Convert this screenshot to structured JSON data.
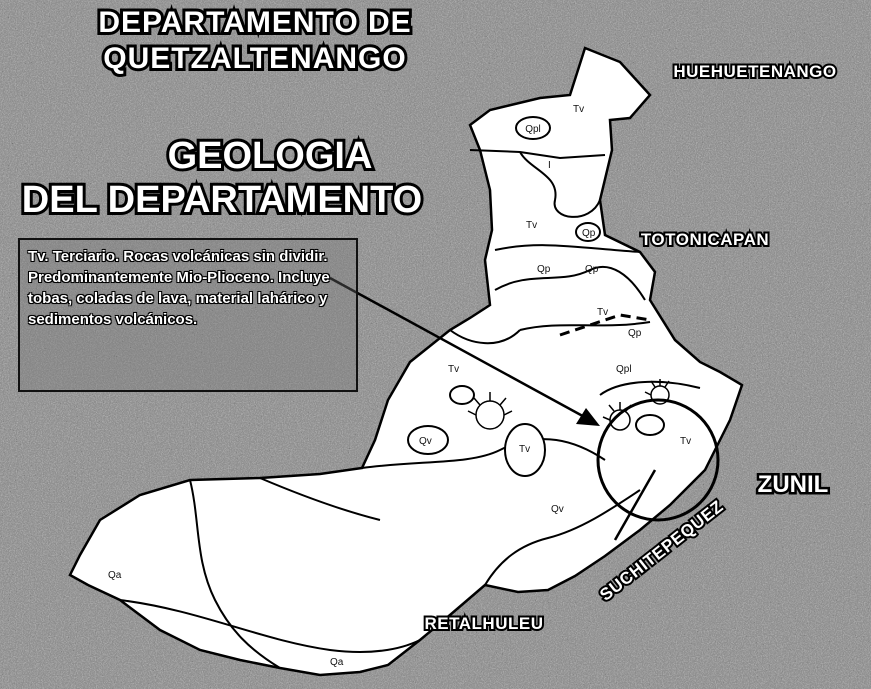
{
  "title": {
    "line1": "DEPARTAMENTO DE",
    "line2": "QUETZALTENANGO"
  },
  "heading": {
    "line1": "GEOLOGIA",
    "line2": "DEL DEPARTAMENTO"
  },
  "legend": {
    "text": "Tv. Terciario. Rocas volcánicas sin dividir. Predominantemente Mio-Plioceno. Incluye tobas, coladas de lava, material lahárico y sedimentos volcánicos."
  },
  "regions": {
    "huehuetenango": "HUEHUETENANGO",
    "totonicapan": "TOTONICAPAN",
    "zunil": "ZUNIL",
    "suchitepequez": "SUCHITEPEQUEZ",
    "retalhuleu": "RETALHULEU"
  },
  "units": {
    "tv1": "Tv",
    "tv2": "Tv",
    "tv3": "Tv",
    "tv4": "Tv",
    "tv5": "Tv",
    "tv6": "Tv",
    "i1": "I",
    "qp1": "Qp",
    "qp2": "Qp",
    "qp3": "Qp",
    "qp4": "Qp",
    "qpl1": "Qpl",
    "qpl2": "Qpl",
    "qv1": "Qv",
    "qv2": "Qv",
    "qa1": "Qa",
    "qa2": "Qa"
  },
  "colors": {
    "background": "#8a8a8a",
    "land": "#ffffff",
    "ink": "#000000"
  }
}
